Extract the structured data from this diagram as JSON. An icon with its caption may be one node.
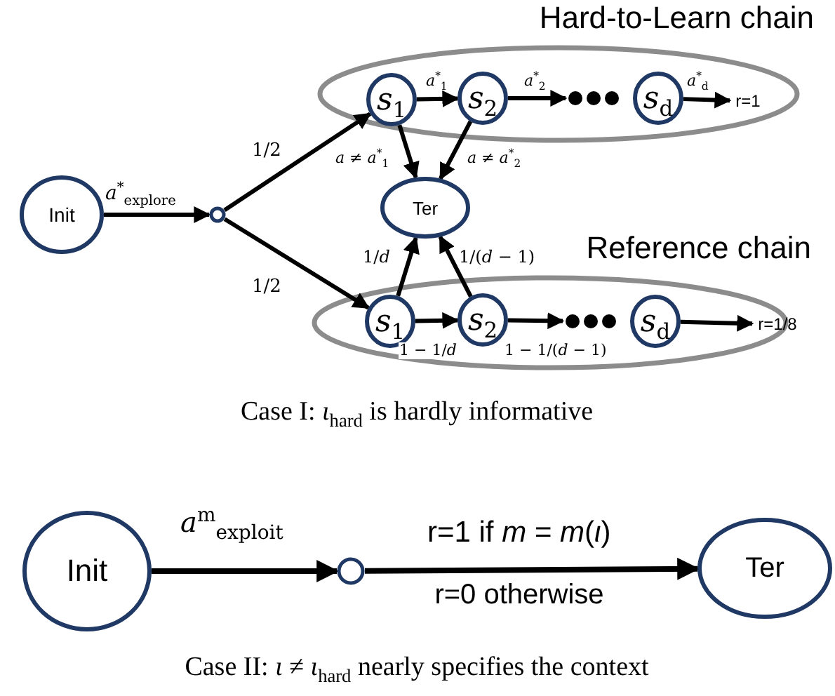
{
  "diagram": {
    "nodes": [
      {
        "text": [
          "Hard-to-Learn chain"
        ]
      },
      {
        "text": [
          "*s*$_{1}$"
        ],
        "in": 0
      },
      {
        "text": [
          "*s*$_{2}$"
        ],
        "in": 0
      },
      {
        "text": [],
        "shape": "dots",
        "in": 0
      },
      {
        "text": [
          "*s*$_{d}$"
        ],
        "in": 0
      },
      {
        "text": [
          "r=1"
        ],
        "in": 0
      },
      {
        "text": [
          "Init"
        ]
      },
      {
        "text": [],
        "shape": "circle"
      },
      {
        "text": [
          "Ter"
        ]
      },
      {
        "text": [
          "Reference chain"
        ]
      },
      {
        "text": [
          "*s*$_{1}$"
        ],
        "in": 9
      },
      {
        "text": [
          "*s*$_{2}$"
        ],
        "in": 9
      },
      {
        "text": [],
        "shape": "dots",
        "in": 9
      },
      {
        "text": [
          "*s*$_{d}$"
        ],
        "in": 9
      },
      {
        "text": [
          "r=1/8"
        ],
        "in": 9
      },
      {
        "text": [
          "Init"
        ]
      },
      {
        "text": [],
        "shape": "circle"
      },
      {
        "text": [
          "Ter"
        ]
      }
    ],
    "edges": [
      {
        "from": 6,
        "to": 7,
        "arrow": "to",
        "label": "*a*$^{*}$$_{explore}$"
      },
      {
        "from": 7,
        "to": 1,
        "arrow": "to",
        "label": "1/2"
      },
      {
        "from": 7,
        "to": 10,
        "arrow": "to",
        "label": "1/2"
      },
      {
        "from": 1,
        "to": 2,
        "arrow": "to",
        "label": "*a*$^{*}$$_{1}$"
      },
      {
        "from": 2,
        "to": 3,
        "arrow": "to",
        "label": "*a*$^{*}$$_{2}$"
      },
      {
        "from": 4,
        "to": 5,
        "arrow": "to",
        "label": "*a*$^{*}$$_{d}$"
      },
      {
        "from": 1,
        "to": 8,
        "arrow": "to",
        "label": "*a* ≠ *a*$^{*}$$_{1}$"
      },
      {
        "from": 2,
        "to": 8,
        "arrow": "to",
        "label": "*a* ≠ *a*$^{*}$$_{2}$"
      },
      {
        "from": 10,
        "to": 8,
        "arrow": "to",
        "label": "1/*d*"
      },
      {
        "from": 11,
        "to": 8,
        "arrow": "to",
        "label": "1/(*d* − 1)"
      },
      {
        "from": 10,
        "to": 11,
        "arrow": "to",
        "label": "1 − 1/*d*"
      },
      {
        "from": 11,
        "to": 12,
        "arrow": "to",
        "label": "1 − 1/(*d* − 1)"
      },
      {
        "from": 13,
        "to": 14,
        "arrow": "to"
      },
      {
        "from": 15,
        "to": 16,
        "arrow": "to",
        "label": "*a*$^{m}$$_{exploit}$"
      },
      {
        "from": 16,
        "to": 17,
        "arrow": "to",
        "label": "r=1 if *m* = *m*(*ι*)"
      }
    ],
    "labels": [
      "Case I: *ι*$_{hard}$ is hardly informative",
      "r=0 otherwise",
      "Case II: *ι* ≠ *ι*$_{hard}$ nearly specifies the context"
    ]
  }
}
